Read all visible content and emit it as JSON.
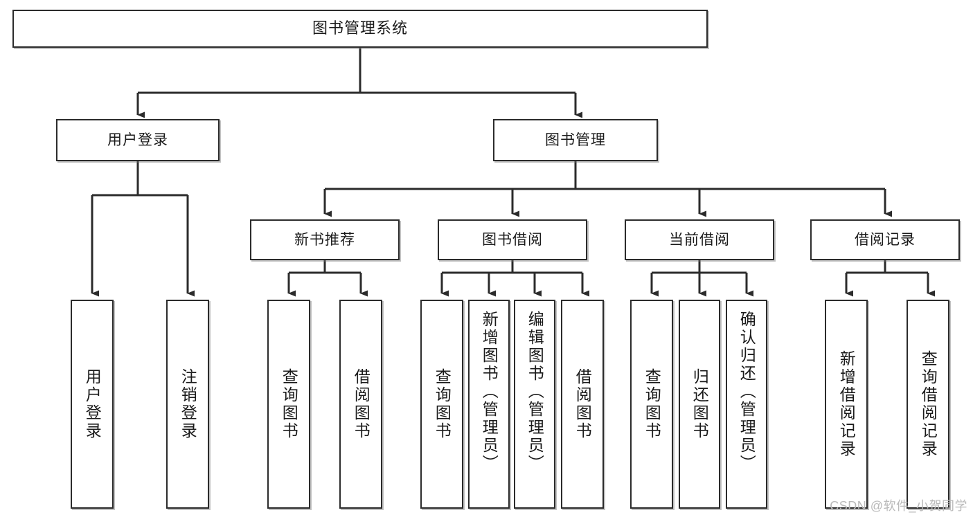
{
  "diagram": {
    "type": "tree",
    "title": "图书管理系统",
    "root": {
      "label": "图书管理系统"
    },
    "level2": [
      {
        "label": "用户登录"
      },
      {
        "label": "图书管理"
      }
    ],
    "level3": [
      {
        "label": "新书推荐"
      },
      {
        "label": "图书借阅"
      },
      {
        "label": "当前借阅"
      },
      {
        "label": "借阅记录"
      }
    ],
    "leaves": {
      "user_login": [
        {
          "label": "用户登录"
        },
        {
          "label": "注销登录"
        }
      ],
      "new_book_recommend": [
        {
          "label": "查询图书"
        },
        {
          "label": "借阅图书"
        }
      ],
      "book_borrow": [
        {
          "label": "查询图书"
        },
        {
          "label": "新增图书（管理员）"
        },
        {
          "label": "编辑图书（管理员）"
        },
        {
          "label": "借阅图书"
        }
      ],
      "current_borrow": [
        {
          "label": "查询图书"
        },
        {
          "label": "归还图书"
        },
        {
          "label": "确认归还（管理员）"
        }
      ],
      "borrow_record": [
        {
          "label": "新增借阅记录"
        },
        {
          "label": "查询借阅记录"
        }
      ]
    }
  },
  "watermark": {
    "text": "CSDN @软件_小贺同学"
  },
  "colors": {
    "border": "#2b2b2b",
    "background": "#ffffff",
    "text": "#1a1a1a",
    "watermark": "#b9b9b9",
    "connector": "#2b2b2b"
  }
}
